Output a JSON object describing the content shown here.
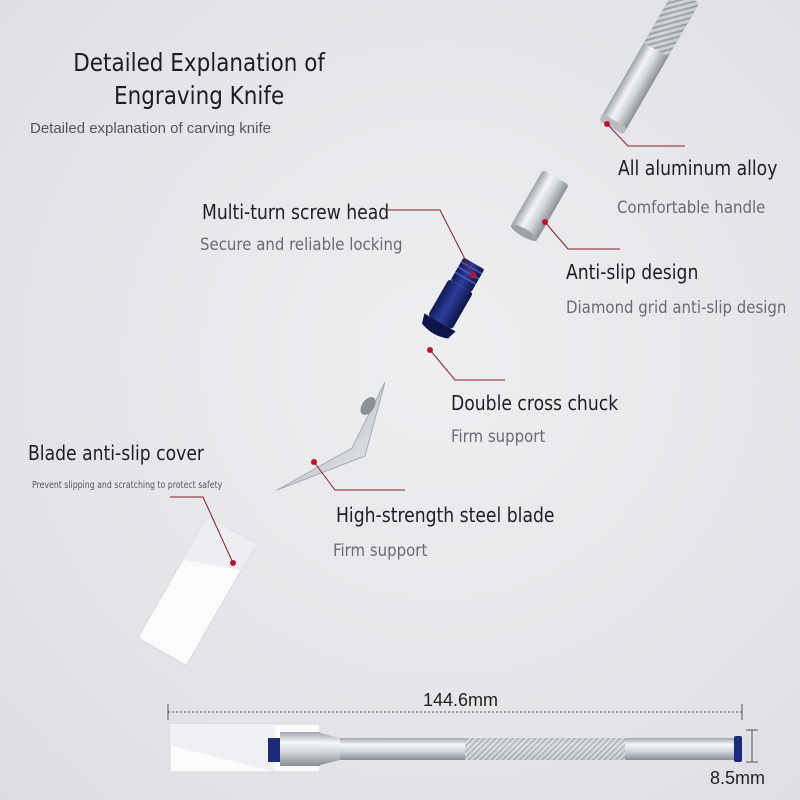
{
  "title": "Detailed Explanation of Engraving Knife",
  "subtitle": "Detailed explanation of carving knife",
  "parts": {
    "handle": {
      "label": "All aluminum alloy",
      "desc": "Comfortable handle"
    },
    "sleeve": {
      "label": "Anti-slip design",
      "desc": "Diamond grid anti-slip design"
    },
    "screw_head": {
      "label": "Multi-turn screw head",
      "desc": "Secure and reliable locking"
    },
    "chuck": {
      "label": "Double cross chuck",
      "desc": "Firm support"
    },
    "blade": {
      "label": "High-strength steel blade",
      "desc": "Firm support"
    },
    "cover": {
      "label": "Blade anti-slip cover",
      "desc": "Prevent slipping and scratching to protect safety"
    }
  },
  "dimensions": {
    "length": "144.6mm",
    "diameter": "8.5mm"
  },
  "colors": {
    "marker": "#c8102e",
    "chuck": "#1c2a7a",
    "aluminum": "#c9ccd1"
  }
}
